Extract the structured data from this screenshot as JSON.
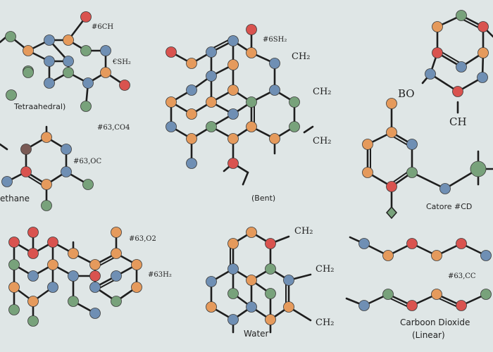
{
  "colors": {
    "background": "#dfe6e6",
    "bond": "#1e1e1e",
    "atom_orange": "#e59a5c",
    "atom_blue": "#6f8fb4",
    "atom_green": "#78a27b",
    "atom_red": "#d9534f",
    "atom_brown": "#7a5a55"
  },
  "labels": {
    "m1_6ch": "#6CH",
    "m1_csh2": "€SH₂",
    "m1_tetra": "Tetraahedral)",
    "m1_co4": "#63‚CO4",
    "m2_6sh2": "#6SH₂",
    "m2_ch2a": "CH₂",
    "m2_ch2b": "CH₂",
    "m2_ch2c": "CH₂",
    "m2_bent": "(Bent)",
    "m3_bo": "BO",
    "m3_ch": "CH",
    "m3_catore": "Catore #CD",
    "m4_soc": "#63‚OC",
    "m4_ethane": "ethane",
    "m5_o2": "#63‚O2",
    "m5_h2": "#63H₂",
    "m6_ch2a": "CH₂",
    "m6_ch2b": "CH₂",
    "m6_ch2c": "CH₂",
    "m6_water": "Water",
    "m7_cc": "#63‚CC",
    "m7_co2": "Carboon Dioxide",
    "m7_linear": "(Linear)"
  }
}
